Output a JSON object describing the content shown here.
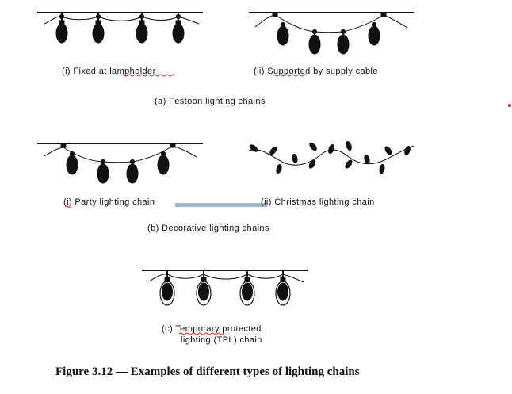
{
  "festoon": {
    "fixed_label": "(i)  Fixed at lampholder",
    "supported_label": "(ii)  Supported by supply cable",
    "group_label": "(a)  Festoon lighting chains"
  },
  "decorative": {
    "party_label": "(i)  Party lighting chain",
    "christmas_label": "(ii)  Christmas lighting chain",
    "group_label": "(b)  Decorative lighting chains"
  },
  "tpl": {
    "label_line1": "(c)  Temporary protected",
    "label_line2": "lighting (TPL) chain"
  },
  "figure_caption": "Figure 3.12 — Examples of different types of lighting chains",
  "colors": {
    "ink": "#111111",
    "spellcheck": "#d42020",
    "link_line": "#3a6fb5"
  }
}
